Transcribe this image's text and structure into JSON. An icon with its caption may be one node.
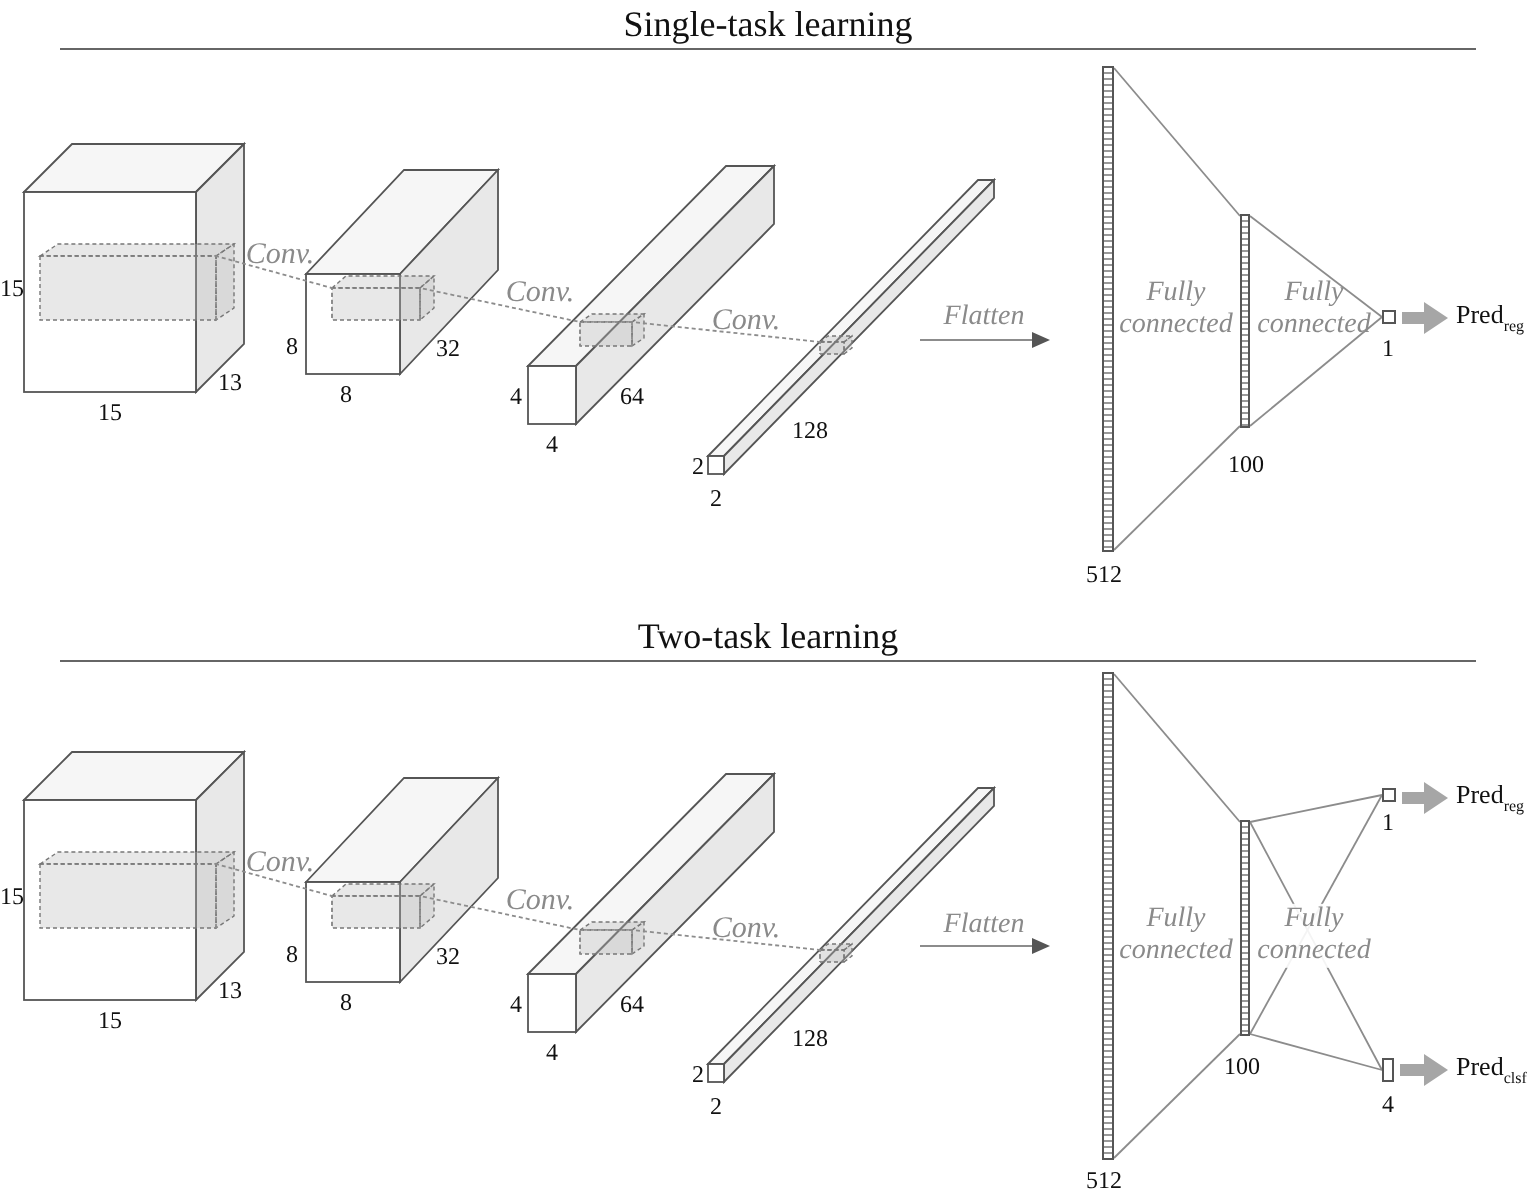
{
  "diagram": {
    "nodes": [
      {
        "text": [],
        "shape": "box",
        "beside": [
          "15",
          "15",
          "13"
        ]
      },
      {
        "text": [],
        "shape": "box",
        "beside": [
          "8",
          "8",
          "32"
        ]
      },
      {
        "text": [],
        "shape": "box",
        "beside": [
          "4",
          "4",
          "64"
        ]
      },
      {
        "text": [],
        "shape": "box",
        "beside": [
          "2",
          "2",
          "128"
        ]
      },
      {
        "text": [],
        "shape": "bar",
        "beside": [
          "512"
        ]
      },
      {
        "text": [],
        "shape": "bar",
        "beside": [
          "100"
        ]
      },
      {
        "text": [],
        "shape": "box",
        "beside": [
          "1"
        ]
      },
      {
        "text": [
          "Pred$_{reg}$"
        ]
      },
      {
        "text": [],
        "shape": "box",
        "beside": [
          "15",
          "15",
          "13"
        ]
      },
      {
        "text": [],
        "shape": "box",
        "beside": [
          "8",
          "8",
          "32"
        ]
      },
      {
        "text": [],
        "shape": "box",
        "beside": [
          "4",
          "4",
          "64"
        ]
      },
      {
        "text": [],
        "shape": "box",
        "beside": [
          "2",
          "2",
          "128"
        ]
      },
      {
        "text": [],
        "shape": "bar",
        "beside": [
          "512"
        ]
      },
      {
        "text": [],
        "shape": "bar",
        "beside": [
          "100"
        ]
      },
      {
        "text": [],
        "shape": "box",
        "beside": [
          "1"
        ]
      },
      {
        "text": [
          "Pred$_{reg}$"
        ]
      },
      {
        "text": [],
        "shape": "box",
        "beside": [
          "4"
        ]
      },
      {
        "text": [
          "Pred$_{clsf}$"
        ]
      }
    ],
    "edges": [
      {
        "from": 0,
        "to": 1,
        "arrow": "none",
        "label": "Conv.",
        "style": "dashed"
      },
      {
        "from": 1,
        "to": 2,
        "arrow": "none",
        "label": "Conv.",
        "style": "dashed"
      },
      {
        "from": 2,
        "to": 3,
        "arrow": "none",
        "label": "Conv.",
        "style": "dashed"
      },
      {
        "from": 3,
        "to": 4,
        "arrow": "to",
        "label": "Flatten"
      },
      {
        "from": 4,
        "to": 5,
        "arrow": "none",
        "label": "Fully connected"
      },
      {
        "from": 4,
        "to": 5,
        "arrow": "none"
      },
      {
        "from": 5,
        "to": 6,
        "arrow": "none",
        "label": "Fully connected"
      },
      {
        "from": 5,
        "to": 6,
        "arrow": "none"
      },
      {
        "from": 6,
        "to": 7,
        "arrow": "to",
        "style": "thick",
        "color": "#a6a6a6"
      },
      {
        "from": 8,
        "to": 9,
        "arrow": "none",
        "label": "Conv.",
        "style": "dashed"
      },
      {
        "from": 9,
        "to": 10,
        "arrow": "none",
        "label": "Conv.",
        "style": "dashed"
      },
      {
        "from": 10,
        "to": 11,
        "arrow": "none",
        "label": "Conv.",
        "style": "dashed"
      },
      {
        "from": 11,
        "to": 12,
        "arrow": "to",
        "label": "Flatten"
      },
      {
        "from": 12,
        "to": 13,
        "arrow": "none",
        "label": "Fully connected"
      },
      {
        "from": 12,
        "to": 13,
        "arrow": "none"
      },
      {
        "from": 13,
        "to": 14,
        "arrow": "none"
      },
      {
        "from": 13,
        "to": 14,
        "arrow": "none",
        "label": "Fully connected"
      },
      {
        "from": 13,
        "to": 16,
        "arrow": "none"
      },
      {
        "from": 13,
        "to": 16,
        "arrow": "none"
      },
      {
        "from": 14,
        "to": 15,
        "arrow": "to",
        "style": "thick",
        "color": "#a6a6a6"
      },
      {
        "from": 16,
        "to": 17,
        "arrow": "to",
        "style": "thick",
        "color": "#a6a6a6"
      }
    ],
    "labels": [
      "Single-task learning",
      "Two-task learning"
    ]
  }
}
